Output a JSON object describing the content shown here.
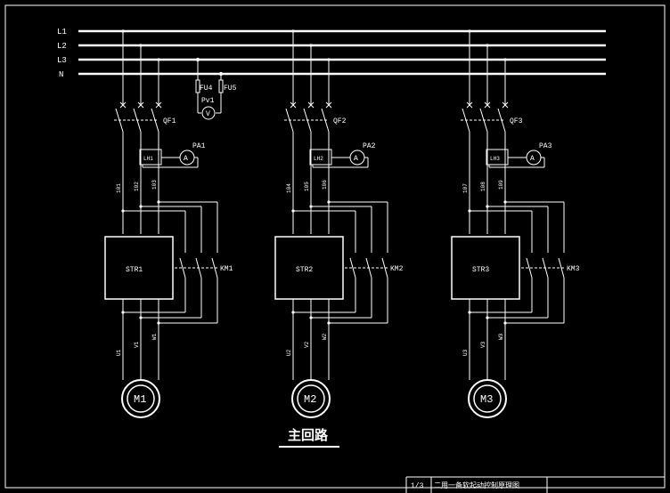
{
  "buses": [
    "L1",
    "L2",
    "L3",
    "N"
  ],
  "fuses": [
    "FU4",
    "FU5"
  ],
  "voltmeter": {
    "label": "Pv1",
    "symbol": "V"
  },
  "ammeter_symbol": "A",
  "circuits": [
    {
      "breaker": "QF1",
      "ammeter": "PA1",
      "ct": "LH1",
      "wires": [
        "101",
        "102",
        "103"
      ],
      "starter": "STR1",
      "contactor": "KM1",
      "outputs": [
        "U1",
        "V1",
        "W1"
      ],
      "motor": "M1"
    },
    {
      "breaker": "QF2",
      "ammeter": "PA2",
      "ct": "LH2",
      "wires": [
        "104",
        "105",
        "106"
      ],
      "starter": "STR2",
      "contactor": "KM2",
      "outputs": [
        "U2",
        "V2",
        "W2"
      ],
      "motor": "M2"
    },
    {
      "breaker": "QF3",
      "ammeter": "PA3",
      "ct": "LH3",
      "wires": [
        "107",
        "108",
        "109"
      ],
      "starter": "STR3",
      "contactor": "KM3",
      "outputs": [
        "U3",
        "V3",
        "W3"
      ],
      "motor": "M3"
    }
  ],
  "caption": "主回路",
  "titleblock": {
    "sheet": "1/3",
    "title": "二用一备软起动控制原理图"
  },
  "colors": {
    "background": "#000000",
    "line": "#ffffff"
  }
}
